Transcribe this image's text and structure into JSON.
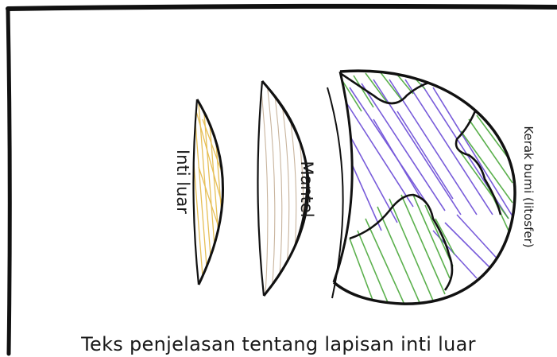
{
  "layers": {
    "outer_core": {
      "label": "Inti luar",
      "color": "#e2b43a"
    },
    "mantle": {
      "label": "Mantel",
      "color": "#c9b49b"
    },
    "crust": {
      "label": "Kerak bumi (litosfer)",
      "ocean_color": "#6a4ad6",
      "land_color": "#4aa83a"
    }
  },
  "caption": "Teks penjelasan tentang lapisan inti luar",
  "frame_color": "#111111"
}
